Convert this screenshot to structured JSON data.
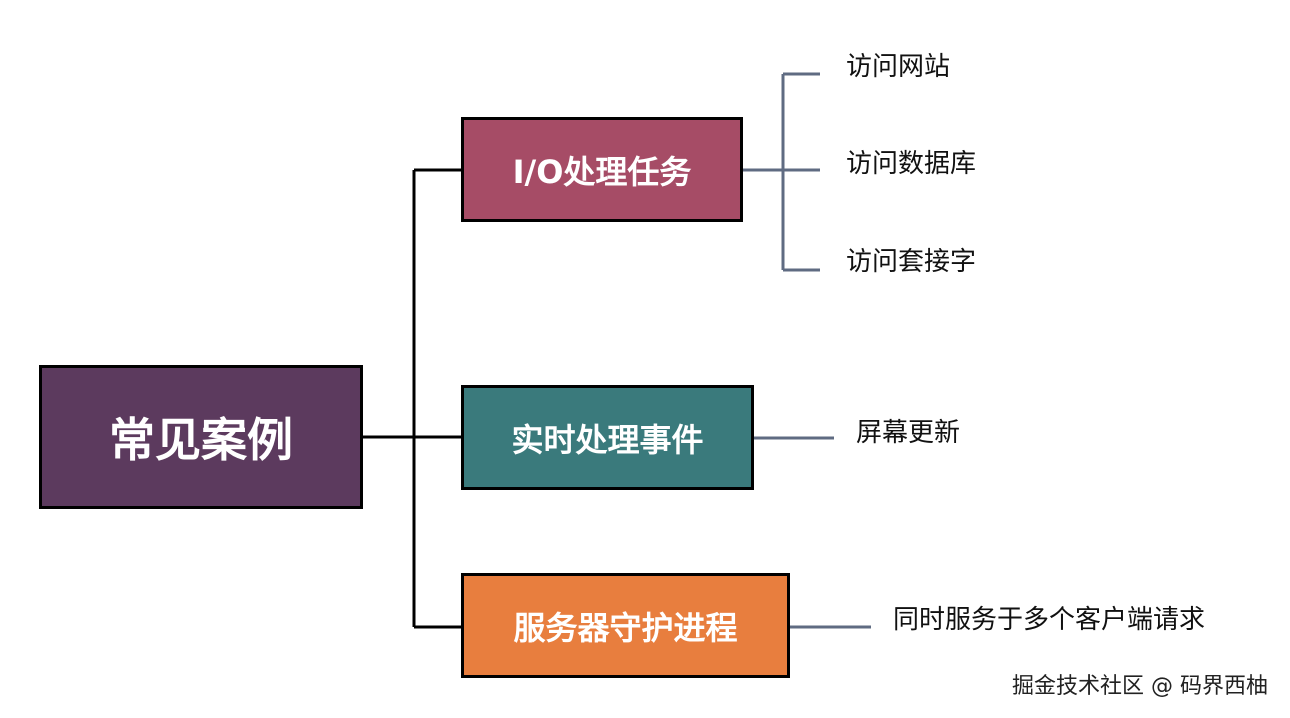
{
  "colors": {
    "root_fill": "#5c3a5e",
    "io_fill": "#a64c66",
    "realtime_fill": "#3a7a7c",
    "daemon_fill": "#e87e3e",
    "root_connector": "#000000",
    "leaf_connector": "#5f6b82"
  },
  "root": {
    "label": "常见案例"
  },
  "branches": [
    {
      "label": "I/O处理任务",
      "leaves": [
        "访问网站",
        "访问数据库",
        "访问套接字"
      ]
    },
    {
      "label": "实时处理事件",
      "leaves": [
        "屏幕更新"
      ]
    },
    {
      "label": "服务器守护进程",
      "leaves": [
        "同时服务于多个客户端请求"
      ]
    }
  ],
  "watermark": "掘金技术社区 @ 码界西柚"
}
